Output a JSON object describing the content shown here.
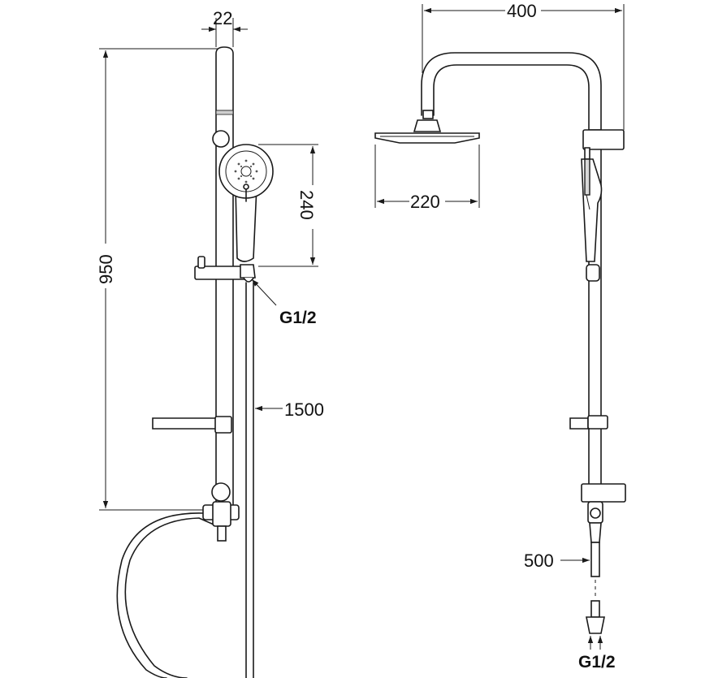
{
  "left_view": {
    "dim_width": "22",
    "dim_height_total": "950",
    "dim_hand_shower": "240",
    "connection_thread": "G1/2",
    "hose_length": "1500"
  },
  "right_view": {
    "dim_arm_reach": "400",
    "dim_head_size": "220",
    "dim_inlet_pipe": "500",
    "connection_thread": "G1/2"
  }
}
